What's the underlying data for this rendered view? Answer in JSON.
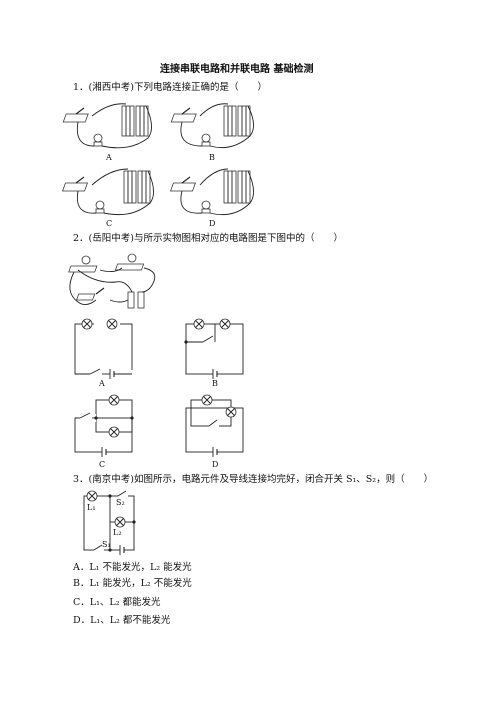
{
  "title": "连接串联电路和并联电路 基础检测",
  "q1": {
    "stem": "1．(湘西中考)下列电路连接正确的是（　　）",
    "labels": [
      "A",
      "B",
      "C",
      "D"
    ]
  },
  "q2": {
    "stem": "2．(岳阳中考)与所示实物图相对应的电路图是下图中的（　　）",
    "labels": [
      "A",
      "B",
      "C",
      "D"
    ]
  },
  "q3": {
    "stem": "3．(南京中考)如图所示，电路元件及导线连接均完好，闭合开关 S₁、S₂，则（　　）",
    "fig": {
      "l1": "L₁",
      "l2": "L₂",
      "s1": "S₁",
      "s2": "S₂"
    },
    "options": [
      "A．L₁ 不能发光，L₂ 能发光",
      "B．L₁ 能发光，L₂ 不能发光",
      "C．L₁、L₂ 都能发光",
      "D．L₁、L₂ 都不能发光"
    ]
  }
}
